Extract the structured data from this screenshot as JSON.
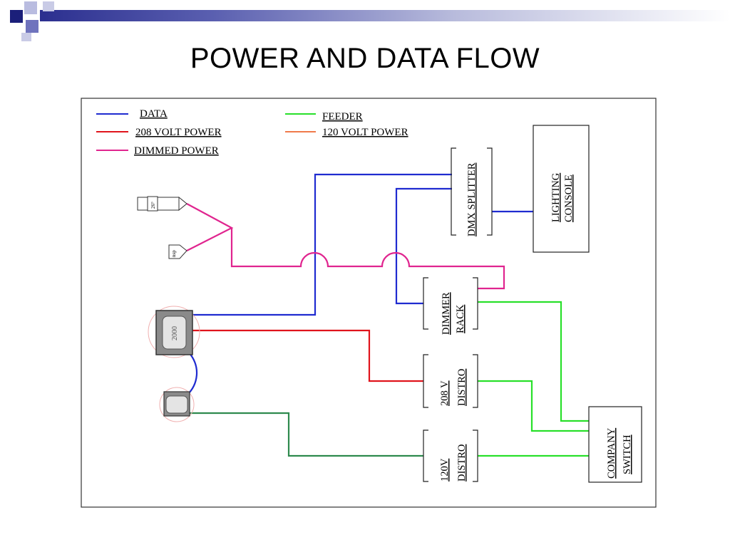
{
  "slide": {
    "title": "POWER AND DATA FLOW"
  },
  "colors": {
    "data": "#1f2bd0",
    "power_208": "#e0141c",
    "dimmed_power": "#e0258f",
    "feeder": "#28e02a",
    "power_120": "#f07a4a",
    "neutral_line": "#2e8a4e",
    "accent_dark": "#1b1f7a"
  },
  "legend": {
    "data": "DATA",
    "power_208": "208 VOLT POWER",
    "dimmed_power": "DIMMED POWER",
    "feeder": "FEEDER",
    "power_120": "120 VOLT POWER"
  },
  "boxes": {
    "dmx_splitter": "DMX SPLITTER",
    "lighting_console_1": "LIGHTING",
    "lighting_console_2": "CONSOLE",
    "dimmer_rack_1": "DIMMER",
    "dimmer_rack_2": "RACK",
    "distro_208_1": "208 V",
    "distro_208_2": "DISTRO",
    "distro_120_1": "120V",
    "distro_120_2": "DISTRO",
    "company_switch_1": "COMPANY",
    "company_switch_2": "SWITCH"
  },
  "fixtures": {
    "big_unit": "2000",
    "fixture_1": "26°",
    "fixture_2": "nsp"
  }
}
